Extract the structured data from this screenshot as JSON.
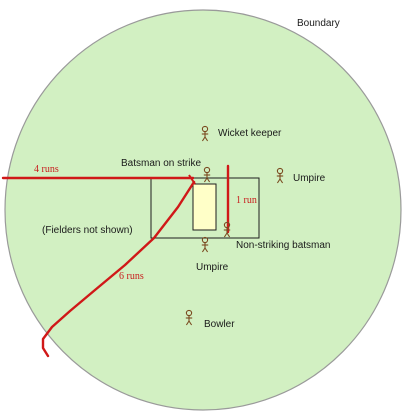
{
  "labels": {
    "boundary": "Boundary",
    "wicket_keeper": "Wicket keeper",
    "batsman_on_strike": "Batsman on strike",
    "umpire_leg": "Umpire",
    "umpire_bowler_end": "Umpire",
    "fielders_note": "(Fielders not shown)",
    "non_striking_batsman": "Non-striking batsman",
    "bowler": "Bowler"
  },
  "runs": {
    "four": "4 runs",
    "one": "1 run",
    "six": "6 runs"
  },
  "colors": {
    "field": "#d2f0c2",
    "field_border": "#9a9a9a",
    "pitch": "#ffffc8",
    "run_line": "#d01818",
    "figure": "#7a4a20",
    "rectangle_stroke": "#1e1e1e"
  }
}
